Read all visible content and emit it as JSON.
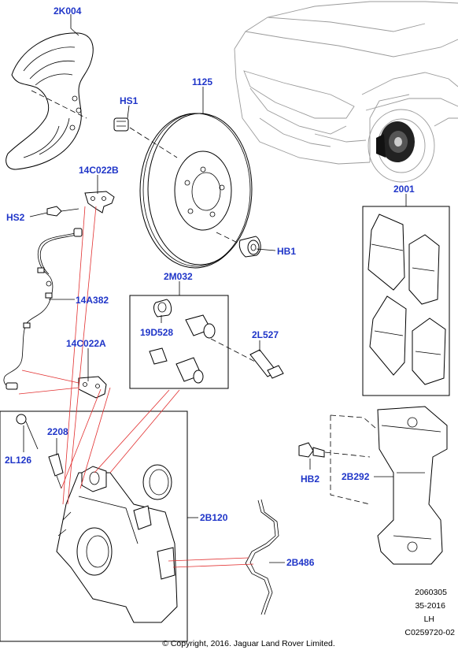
{
  "labels": {
    "l_2k004": "2K004",
    "l_hs1": "HS1",
    "l_1125": "1125",
    "l_14c022b": "14C022B",
    "l_hs2": "HS2",
    "l_2001": "2001",
    "l_hb1": "HB1",
    "l_2m032": "2M032",
    "l_14a382": "14A382",
    "l_19d528": "19D528",
    "l_2l527": "2L527",
    "l_14c022a": "14C022A",
    "l_2208": "2208",
    "l_2l126": "2L126",
    "l_hb2": "HB2",
    "l_2b292": "2B292",
    "l_2b120": "2B120",
    "l_2b486": "2B486"
  },
  "meta": {
    "line1": "2060305",
    "line2": "35-2016",
    "line3": "LH",
    "line4": "C0259720-02"
  },
  "copyright": "© Copyright, 2016. Jaguar Land Rover Limited.",
  "colors": {
    "label": "#1f35c8",
    "leader_red": "#e23030",
    "car_outline": "#9a9a9a"
  }
}
